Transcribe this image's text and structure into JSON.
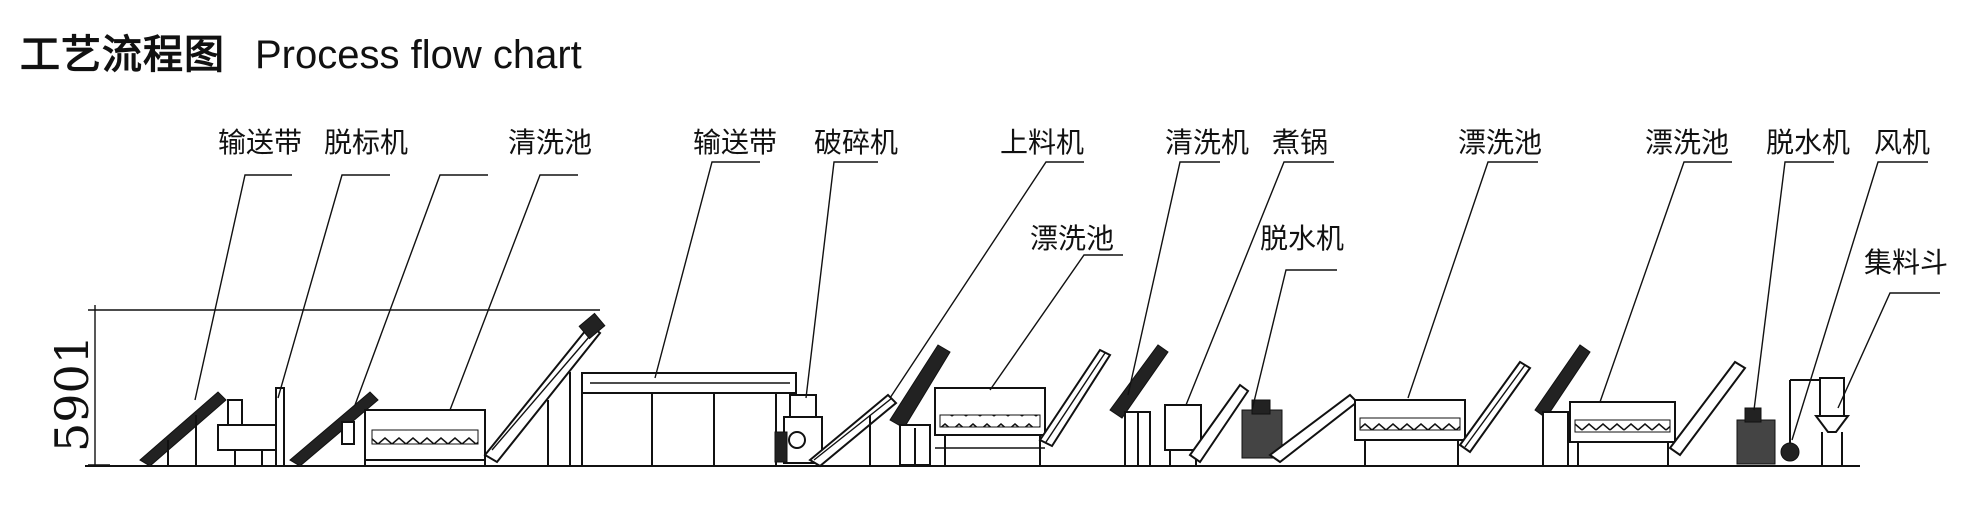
{
  "header": {
    "title_zh": "工艺流程图",
    "title_en": "Process flow chart"
  },
  "dimension": {
    "height_label": "5901"
  },
  "labels": [
    "输送带",
    "脱标机",
    "清洗池",
    "输送带",
    "破碎机",
    "上料机",
    "漂洗池",
    "清洗机",
    "煮锅",
    "脱水机",
    "漂洗池",
    "漂洗池",
    "脱水机",
    "风机",
    "集料斗"
  ]
}
